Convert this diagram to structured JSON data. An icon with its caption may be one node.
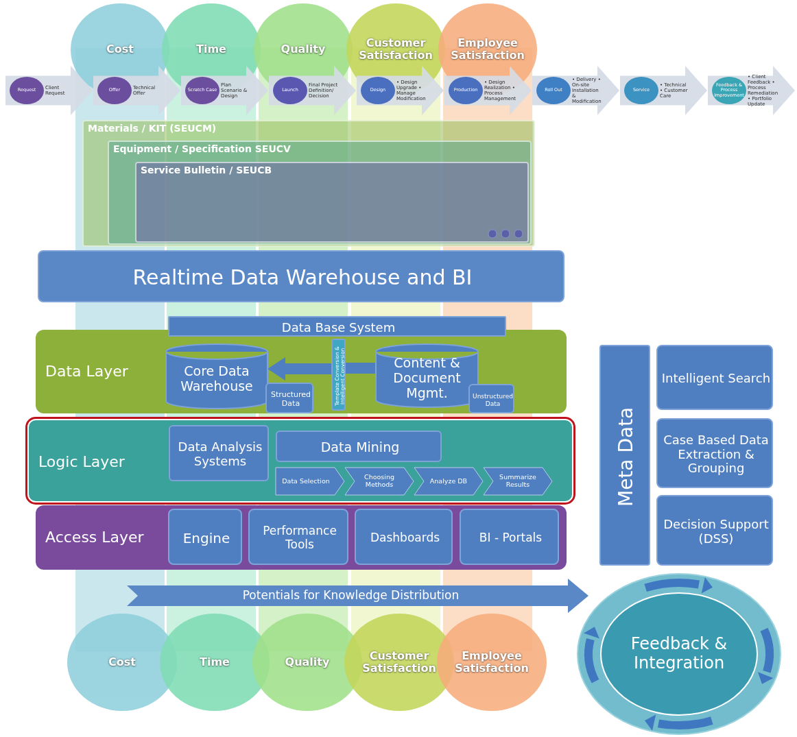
{
  "diagram": {
    "nodes": [
      {
        "text": [
          "Cost"
        ]
      },
      {
        "text": [
          "Time"
        ]
      },
      {
        "text": [
          "Quality"
        ]
      },
      {
        "text": [
          "Customer Satisfaction"
        ]
      },
      {
        "text": [
          "Employee Satisfaction"
        ]
      },
      {
        "text": [
          "Client Request"
        ]
      },
      {
        "text": [
          "Request"
        ],
        "in": 5
      },
      {
        "text": [
          "Technical Offer"
        ]
      },
      {
        "text": [
          "Offer"
        ],
        "in": 7
      },
      {
        "text": [
          "Plan Scenario & Design"
        ]
      },
      {
        "text": [
          "Scratch Case"
        ],
        "in": 9
      },
      {
        "text": [
          "Final Project Definition/ Decision"
        ]
      },
      {
        "text": [
          "Launch"
        ],
        "in": 11
      },
      {
        "text": [
          "• Design Upgrade • Manage Modification"
        ]
      },
      {
        "text": [
          "Design"
        ],
        "in": 13
      },
      {
        "text": [
          "• Design Realization • Process Management"
        ]
      },
      {
        "text": [
          "Production"
        ],
        "in": 15
      },
      {
        "text": [
          "• Delivery • On-site Installation & Modification"
        ]
      },
      {
        "text": [
          "Roll Out"
        ],
        "in": 17
      },
      {
        "text": [
          "• Technical • Customer Care"
        ]
      },
      {
        "text": [
          "Service"
        ],
        "in": 19
      },
      {
        "text": [
          "• Client Feedback • Process Remediation • Portfolio Update"
        ]
      },
      {
        "text": [
          "Feedback & Process Improvement"
        ],
        "in": 21
      },
      {
        "text": [
          "Materials / KIT (SEUCM)"
        ]
      },
      {
        "text": [
          "Equipment / Specification SEUCV"
        ],
        "in": 23
      },
      {
        "text": [
          "Service Bulletin / SEUCB"
        ],
        "in": 24
      },
      {
        "text": [
          "Realtime Data Warehouse and BI"
        ]
      },
      {
        "text": [
          "Data Base System"
        ]
      },
      {
        "text": [
          "Data Layer"
        ]
      },
      {
        "text": [
          "Core Data Warehouse"
        ],
        "in": 28
      },
      {
        "text": [
          "Structured Data"
        ],
        "in": 28
      },
      {
        "text": [
          "Template Conversion & Intelligent Conversion"
        ],
        "in": 28
      },
      {
        "text": [
          "Content & Document Mgmt."
        ],
        "in": 28
      },
      {
        "text": [
          "Unstructured Data"
        ],
        "in": 28
      },
      {
        "text": [
          "Logic Layer"
        ]
      },
      {
        "text": [
          "Data Analysis Systems"
        ],
        "in": 34
      },
      {
        "text": [
          "Data Mining"
        ],
        "in": 34
      },
      {
        "text": [
          "Data Selection"
        ],
        "in": 34
      },
      {
        "text": [
          "Choosing Methods"
        ],
        "in": 34
      },
      {
        "text": [
          "Analyze DB"
        ],
        "in": 34
      },
      {
        "text": [
          "Summarize Results"
        ],
        "in": 34
      },
      {
        "text": [
          "Access Layer"
        ]
      },
      {
        "text": [
          "Engine"
        ],
        "in": 41
      },
      {
        "text": [
          "Performance Tools"
        ],
        "in": 41
      },
      {
        "text": [
          "Dashboards"
        ],
        "in": 41
      },
      {
        "text": [
          "BI - Portals"
        ],
        "in": 41
      },
      {
        "text": [
          "Potentials for Knowledge Distribution"
        ]
      },
      {
        "text": [
          "Meta Data"
        ]
      },
      {
        "text": [
          "Intelligent Search"
        ]
      },
      {
        "text": [
          "Case Based Data Extraction & Grouping"
        ]
      },
      {
        "text": [
          "Decision Support (DSS)"
        ]
      },
      {
        "text": [
          "Feedback & Integration"
        ]
      },
      {
        "text": [
          "Cost"
        ]
      },
      {
        "text": [
          "Time"
        ]
      },
      {
        "text": [
          "Quality"
        ]
      },
      {
        "text": [
          "Customer Satisfaction"
        ]
      },
      {
        "text": [
          "Employee Satisfaction"
        ]
      }
    ],
    "edges": [
      {
        "from": 32,
        "to": 31,
        "arrow": "none"
      },
      {
        "from": 31,
        "to": 29,
        "arrow": "to"
      }
    ]
  }
}
